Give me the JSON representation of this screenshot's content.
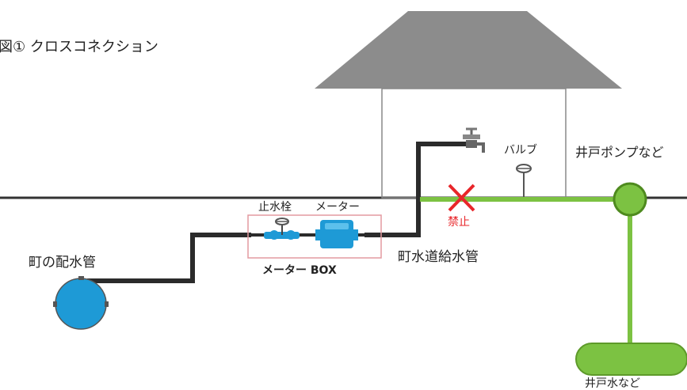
{
  "title": "図① クロスコネクション",
  "labels": {
    "town_main": "町の配水管",
    "stop_valve": "止水栓",
    "meter": "メーター",
    "meter_box": "メーター BOX",
    "town_supply_pipe": "町水道給水管",
    "valve": "バルブ",
    "forbidden": "禁止",
    "well_pump": "井戸ポンプなど",
    "well_water": "井戸水など"
  },
  "colors": {
    "town_pipe": "#2b2b2b",
    "well_pipe": "#7cc242",
    "pump": "#7cc242",
    "forbidden_mark": "#e8262a",
    "meter_blue": "#1e9ad6",
    "house_roof": "#8c8c8c",
    "ground": "#333333",
    "meter_box_border": "#e39aa0"
  }
}
